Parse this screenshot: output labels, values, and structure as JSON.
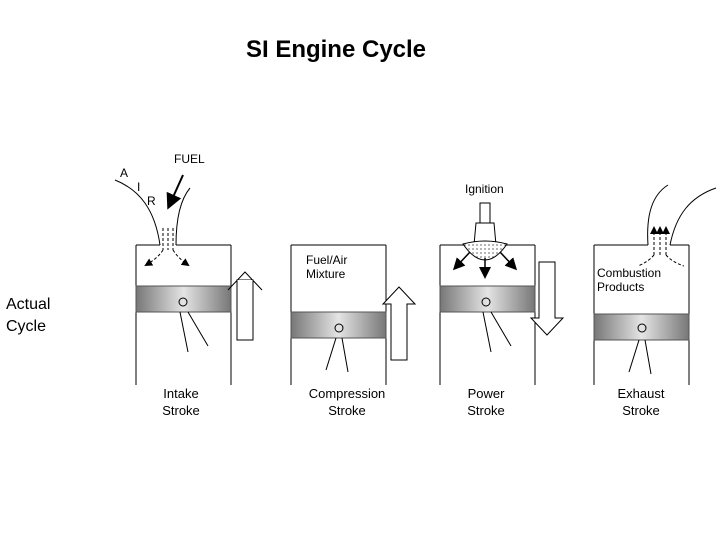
{
  "title": "SI Engine Cycle",
  "side_label": [
    "Actual",
    "Cycle"
  ],
  "air_letters": [
    "A",
    "I",
    "R"
  ],
  "fuel_label": "FUEL",
  "ignition_label": "Ignition",
  "fuel_air_label": [
    "Fuel/Air",
    "Mixture"
  ],
  "combustion_label": [
    "Combustion",
    "Products"
  ],
  "strokes": [
    {
      "line1": "Intake",
      "line2": "Stroke"
    },
    {
      "line1": "Compression",
      "line2": "Stroke"
    },
    {
      "line1": "Power",
      "line2": "Stroke"
    },
    {
      "line1": "Exhaust",
      "line2": "Stroke"
    }
  ],
  "colors": {
    "piston_dark": "#777777",
    "piston_light": "#e4e4e4",
    "line": "#000000"
  }
}
